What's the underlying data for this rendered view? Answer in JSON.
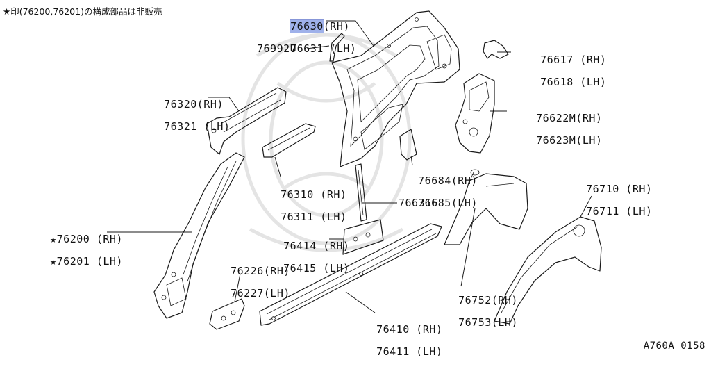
{
  "note": "★印(76200,76201)の構成部品は非販売",
  "diagram_code": "A760A 0158",
  "labels": [
    {
      "name": "label-76630",
      "lines": [
        "76630",
        "(RH)"
      ],
      "second": "76631 (LH)",
      "highlight": "76630"
    },
    {
      "name": "label-76992u",
      "text": "76992U"
    },
    {
      "name": "label-76617",
      "lines": [
        "76617 (RH)",
        "76618 (LH)"
      ]
    },
    {
      "name": "label-76320",
      "lines": [
        "76320(RH)",
        "76321 (LH)"
      ]
    },
    {
      "name": "label-76622m",
      "lines": [
        "76622M(RH)",
        "76623M(LH)"
      ]
    },
    {
      "name": "label-76310",
      "lines": [
        "76310 (RH)",
        "76311 (LH)"
      ]
    },
    {
      "name": "label-76684",
      "lines": [
        "76684(RH)",
        "76685(LH)"
      ]
    },
    {
      "name": "label-76710",
      "lines": [
        "76710 (RH)",
        "76711 (LH)"
      ]
    },
    {
      "name": "label-76631f",
      "text": "76631F"
    },
    {
      "name": "label-76200",
      "lines": [
        "★76200 (RH)",
        "★76201 (LH)"
      ]
    },
    {
      "name": "label-76414",
      "lines": [
        "76414 (RH)",
        "76415 (LH)"
      ]
    },
    {
      "name": "label-76226",
      "lines": [
        "76226(RH)",
        "76227(LH)"
      ]
    },
    {
      "name": "label-76752",
      "lines": [
        "76752(RH)",
        "76753(LH)"
      ]
    },
    {
      "name": "label-76410",
      "lines": [
        "76410 (RH)",
        "76411 (LH)"
      ]
    }
  ]
}
